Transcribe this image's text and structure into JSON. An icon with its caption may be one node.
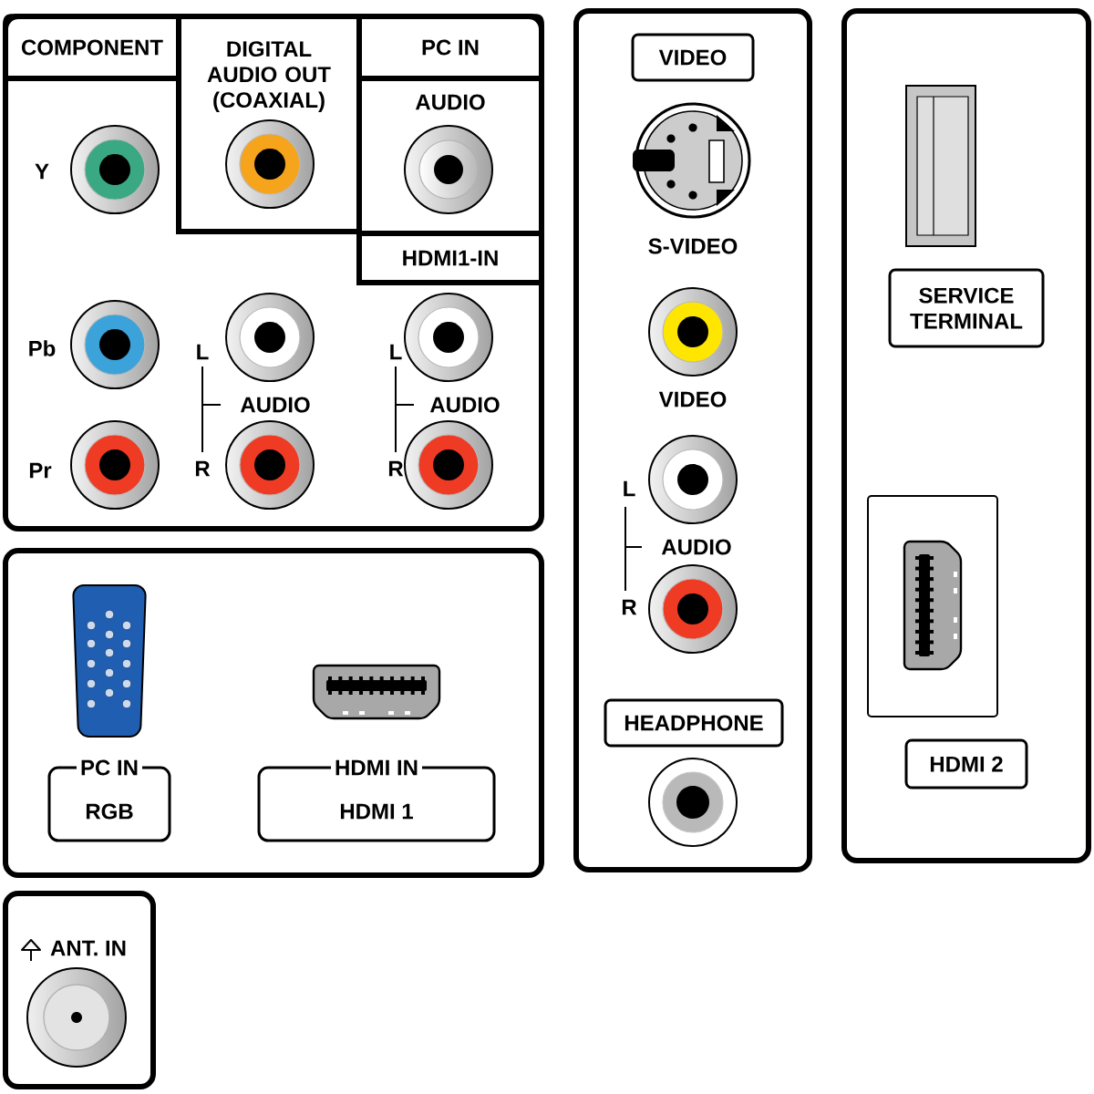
{
  "diagram": {
    "nodes": [
      {
        "text": [],
        "shape": "box"
      },
      {
        "text": [
          "COMPONENT"
        ],
        "in": 0
      },
      {
        "text": [
          "DIGITAL AUDIO OUT (COAXIAL)"
        ],
        "in": 0
      },
      {
        "text": [
          "PC IN"
        ],
        "in": 0
      },
      {
        "text": [
          "AUDIO"
        ],
        "in": 0
      },
      {
        "text": [
          "HDMI1-IN"
        ],
        "in": 0
      },
      {
        "text": [],
        "shape": "box"
      },
      {
        "text": [
          "VIDEO"
        ],
        "in": 6
      },
      {
        "text": [
          "HEADPHONE"
        ],
        "in": 6
      },
      {
        "text": [],
        "shape": "box"
      },
      {
        "text": [
          "SERVICE TERMINAL"
        ],
        "in": 9
      },
      {
        "text": [],
        "shape": "box",
        "in": 9
      },
      {
        "text": [
          "HDMI 2"
        ],
        "in": 9
      },
      {
        "text": [],
        "shape": "box"
      },
      {
        "text": [
          "PC IN",
          "RGB"
        ],
        "in": 13
      },
      {
        "text": [
          "HDMI IN",
          "HDMI 1"
        ],
        "in": 13
      },
      {
        "text": [
          "ANT. IN"
        ]
      }
    ],
    "labels": [
      "Y",
      "Pb",
      "Pr",
      "L",
      "AUDIO",
      "R",
      "L",
      "AUDIO",
      "R",
      "S-VIDEO",
      "VIDEO",
      "L",
      "AUDIO",
      "R"
    ]
  }
}
